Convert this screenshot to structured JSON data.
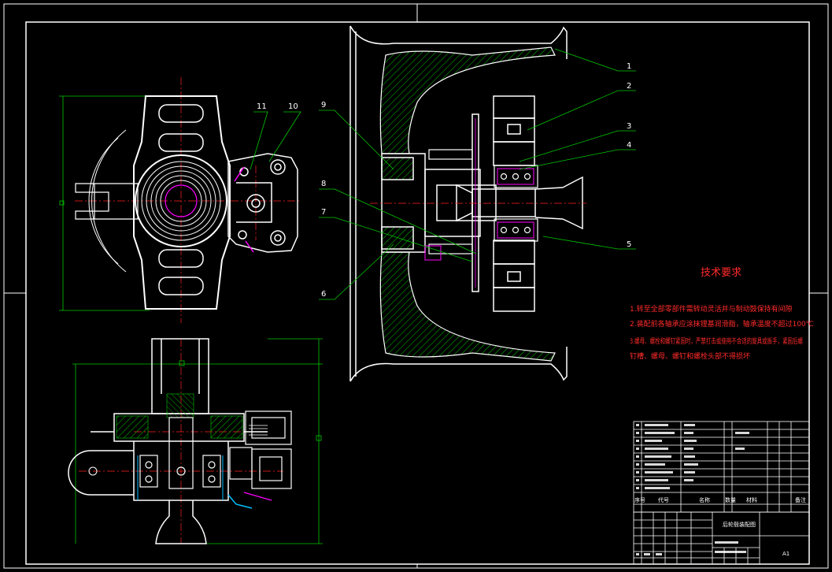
{
  "colors": {
    "background": "#000000",
    "outline": "#ffffff",
    "leader": "#00c800",
    "centerline": "#ff2020",
    "hatch": "#00c800",
    "magenta": "#ff00ff",
    "cyan": "#00c0ff",
    "text_red": "#ff2a2a"
  },
  "part_labels": {
    "p1": "1",
    "p2": "2",
    "p3": "3",
    "p4": "4",
    "p5": "5",
    "p6": "6",
    "p7": "7",
    "p8": "8",
    "p9": "9",
    "p10": "10",
    "p11": "11"
  },
  "tech_requirements": {
    "title": "技术要求",
    "line1": "1.转至全部零部件需转动灵活并与制动鼓保持有间隙",
    "line2": "2.装配前各轴承应涂抹锂基润滑脂，轴承温度不超过100℃",
    "line3a": "3.螺母、螺栓和螺钉紧固时，严禁打击或使用不合适的旋具或扳手，紧固后螺",
    "line3b": "钉槽、螺母、螺钉和螺栓头部不得损坏"
  },
  "title_block": {
    "drawing_name": "后轮毂装配图",
    "sheet_size": "A1",
    "col_seq": "序号",
    "col_code": "代号",
    "col_name": "名称",
    "col_qty": "数量",
    "col_material": "材料",
    "col_remark": "备注"
  }
}
